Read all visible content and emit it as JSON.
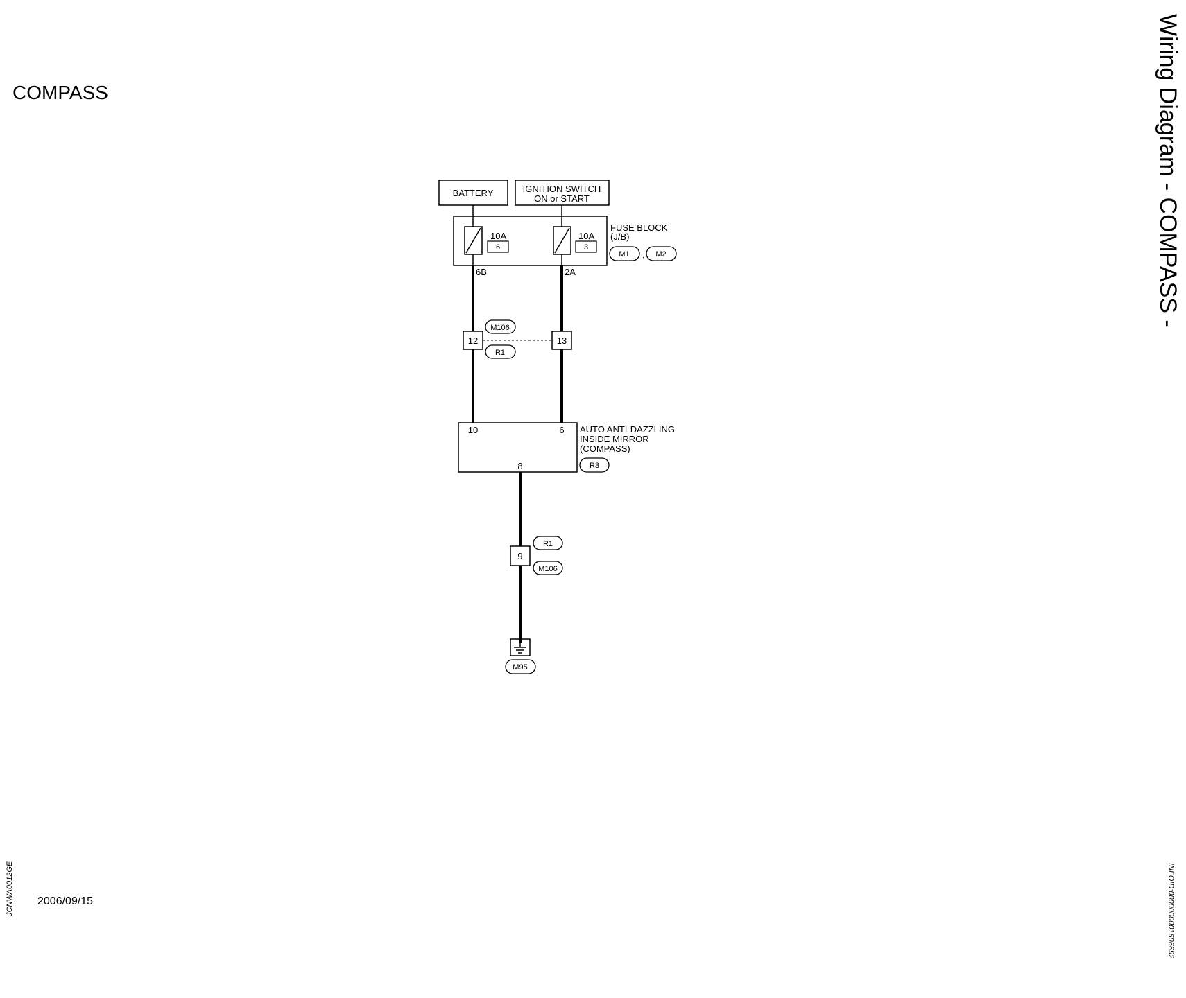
{
  "page": {
    "title": "COMPASS",
    "side_title": "Wiring Diagram - COMPASS -",
    "date": "2006/09/15",
    "code_left": "JCNWA0012GE",
    "code_right": "INFOID:0000000001606692"
  },
  "sources": {
    "battery": "BATTERY",
    "ignition_line1": "IGNITION SWITCH",
    "ignition_line2": "ON or START"
  },
  "fuse_block": {
    "label_line1": "FUSE BLOCK",
    "label_line2": "(J/B)",
    "connector1": "M1",
    "separator": ",",
    "connector2": "M2",
    "fuse_left_rating": "10A",
    "fuse_left_number": "6",
    "fuse_right_rating": "10A",
    "fuse_right_number": "3",
    "terminal_left": "6B",
    "terminal_right": "2A"
  },
  "joint_connector_upper": {
    "tag_top": "M106",
    "tag_bottom": "R1",
    "pin_left": "12",
    "pin_right": "13"
  },
  "mirror": {
    "label_line1": "AUTO ANTI-DAZZLING",
    "label_line2": "INSIDE MIRROR",
    "label_line3": "(COMPASS)",
    "connector": "R3",
    "pin_left": "10",
    "pin_right": "6",
    "pin_bottom": "8"
  },
  "joint_connector_lower": {
    "tag_top": "R1",
    "tag_bottom": "M106",
    "pin": "9"
  },
  "ground": {
    "tag": "M95"
  }
}
